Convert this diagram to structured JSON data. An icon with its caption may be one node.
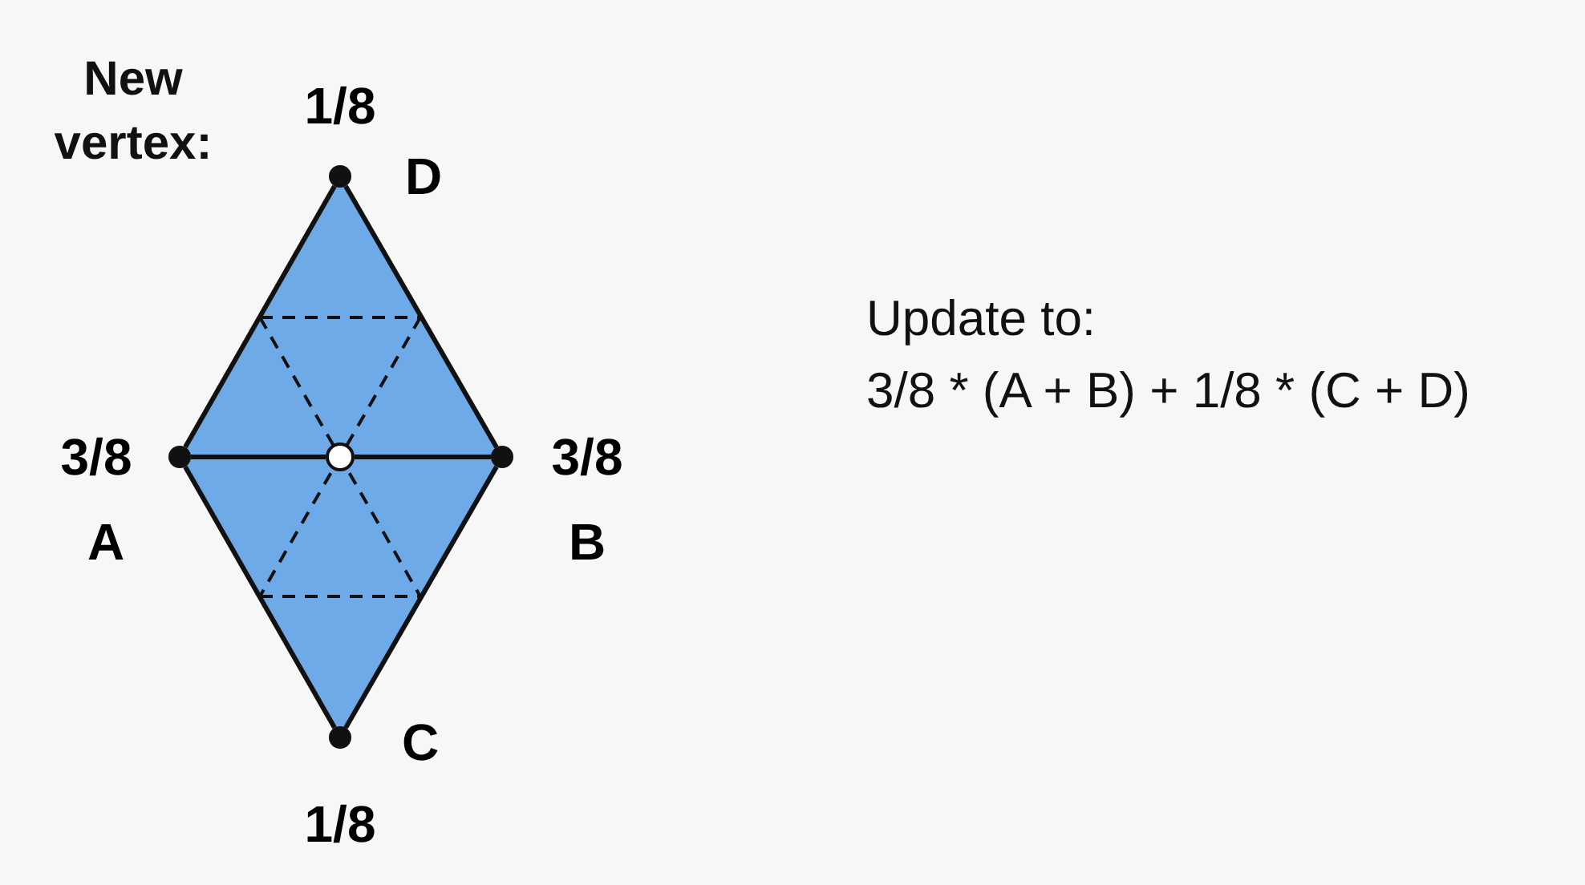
{
  "diagram": {
    "nodes": [
      {
        "text": [
          "D"
        ],
        "beside": [
          "1/8"
        ]
      },
      {
        "text": [
          "A"
        ],
        "beside": [
          "3/8"
        ]
      },
      {
        "text": [
          "B"
        ],
        "beside": [
          "3/8"
        ]
      },
      {
        "text": [
          "C"
        ],
        "beside": [
          "1/8"
        ]
      },
      {
        "text": [],
        "shape": "circle"
      }
    ],
    "edges": [
      {
        "from": 0,
        "to": 1,
        "arrow": "none"
      },
      {
        "from": 0,
        "to": 2,
        "arrow": "none"
      },
      {
        "from": 1,
        "to": 3,
        "arrow": "none"
      },
      {
        "from": 2,
        "to": 3,
        "arrow": "none"
      },
      {
        "from": 1,
        "to": 4,
        "arrow": "none"
      },
      {
        "from": 4,
        "to": 2,
        "arrow": "none"
      }
    ],
    "labels": [
      "New vertex:",
      "Update to:",
      "3/8 * (A + B) + 1/8 * (C + D)"
    ]
  }
}
